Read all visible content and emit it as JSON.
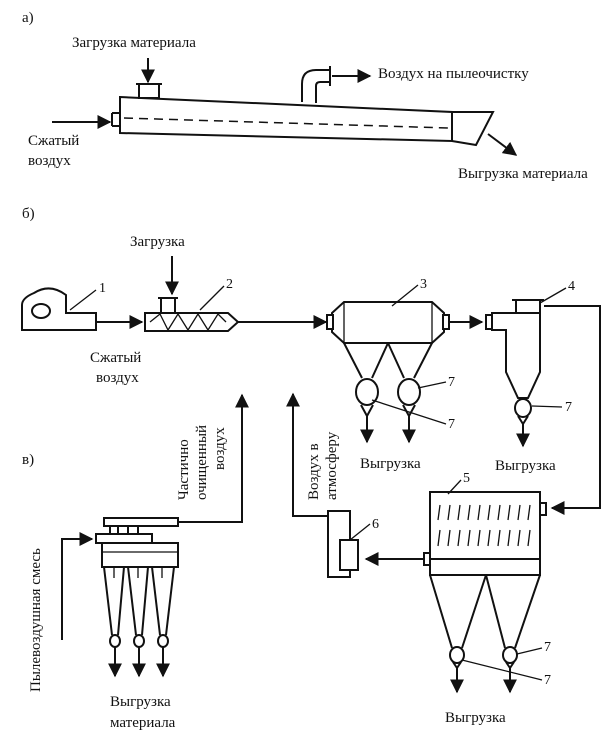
{
  "part_a": {
    "letter": "а)",
    "load_material": "Загрузка материала",
    "air_to_dust": "Воздух на пылеочистку",
    "compressed_air_1": "Сжатый",
    "compressed_air_2": "воздух",
    "unload_material": "Выгрузка материала"
  },
  "part_b": {
    "letter": "б)",
    "load": "Загрузка",
    "compressed_air_1": "Сжатый",
    "compressed_air_2": "воздух",
    "partly_clean_1": "Частично",
    "partly_clean_2": "очищенный",
    "partly_clean_3": "воздух",
    "to_atm_1": "Воздух в",
    "to_atm_2": "атмосферу",
    "unload_3": "Выгрузка",
    "unload_4": "Выгрузка",
    "unload_5": "Выгрузка",
    "numbers": [
      "1",
      "2",
      "3",
      "4",
      "5",
      "6",
      "7"
    ]
  },
  "part_v": {
    "letter": "в)",
    "dust_air_mix": "Пылевоздушная смесь",
    "unload_material_1": "Выгрузка",
    "unload_material_2": "материала"
  }
}
